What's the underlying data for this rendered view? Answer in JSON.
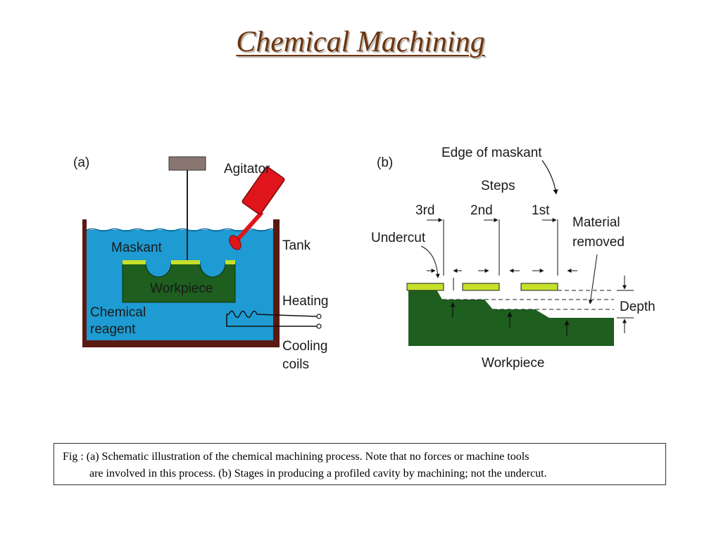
{
  "slide": {
    "title": "Chemical Machining"
  },
  "panel_a": {
    "tag": "(a)",
    "labels": {
      "agitator": "Agitator",
      "tank": "Tank",
      "maskant": "Maskant",
      "workpiece": "Workpiece",
      "heating": "Heating",
      "chemical": "Chemical",
      "reagent": "reagent",
      "cooling": "Cooling",
      "coils": "coils"
    }
  },
  "panel_b": {
    "tag": "(b)",
    "labels": {
      "edge_of_maskant": "Edge of maskant",
      "steps": "Steps",
      "step_3": "3rd",
      "step_2": "2nd",
      "step_1": "1st",
      "undercut": "Undercut",
      "material": "Material",
      "removed": "removed",
      "depth": "Depth",
      "workpiece": "Workpiece"
    }
  },
  "caption": {
    "line1": "Fig : (a) Schematic illustration of the chemical machining process. Note that no forces or machine tools",
    "line2": "are involved in this process. (b) Stages in producing a profiled cavity by machining; not the undercut."
  },
  "colors": {
    "title": "#6b3410",
    "tank_wall": "#5a1a12",
    "reagent": "#1e9bd2",
    "workpiece": "#1e5e1e",
    "maskant": "#c6e02a",
    "agitator": "#e0151b"
  }
}
